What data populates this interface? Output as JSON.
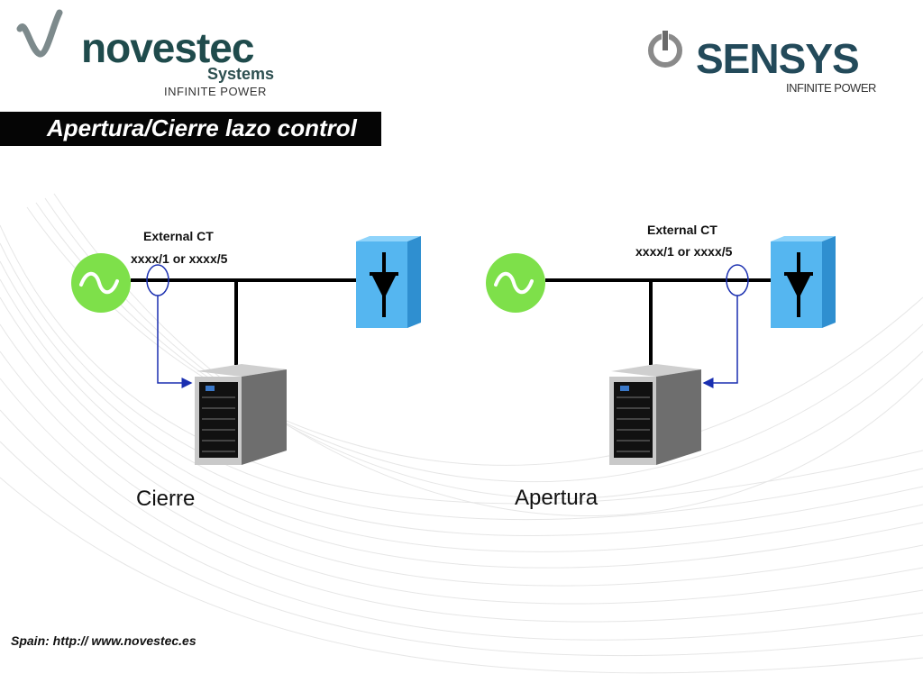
{
  "header": {
    "title": "Apertura/Cierre lazo control"
  },
  "logos": {
    "novestec": {
      "name": "novestec",
      "sub": "Systems",
      "tagline": "INFINITE POWER"
    },
    "sensys": {
      "name": "SENSYS",
      "tagline": "INFINITE POWER"
    }
  },
  "diagrams": [
    {
      "ct_title": "External CT",
      "ct_ratio": "xxxx/1 or xxxx/5",
      "caption": "Cierre"
    },
    {
      "ct_title": "External CT",
      "ct_ratio": "xxxx/1 or xxxx/5",
      "caption": "Apertura"
    }
  ],
  "footer": {
    "text": "Spain: http://  www.novestec.es"
  },
  "colors": {
    "source_green": "#7ee04a",
    "rectifier_blue": "#55b6f0",
    "ct_wire": "#1a2fb0",
    "title_bar": "#050505"
  },
  "icons": [
    "ac-source-icon",
    "rectifier-diode-icon",
    "current-transformer-icon",
    "server-cabinet-icon"
  ]
}
